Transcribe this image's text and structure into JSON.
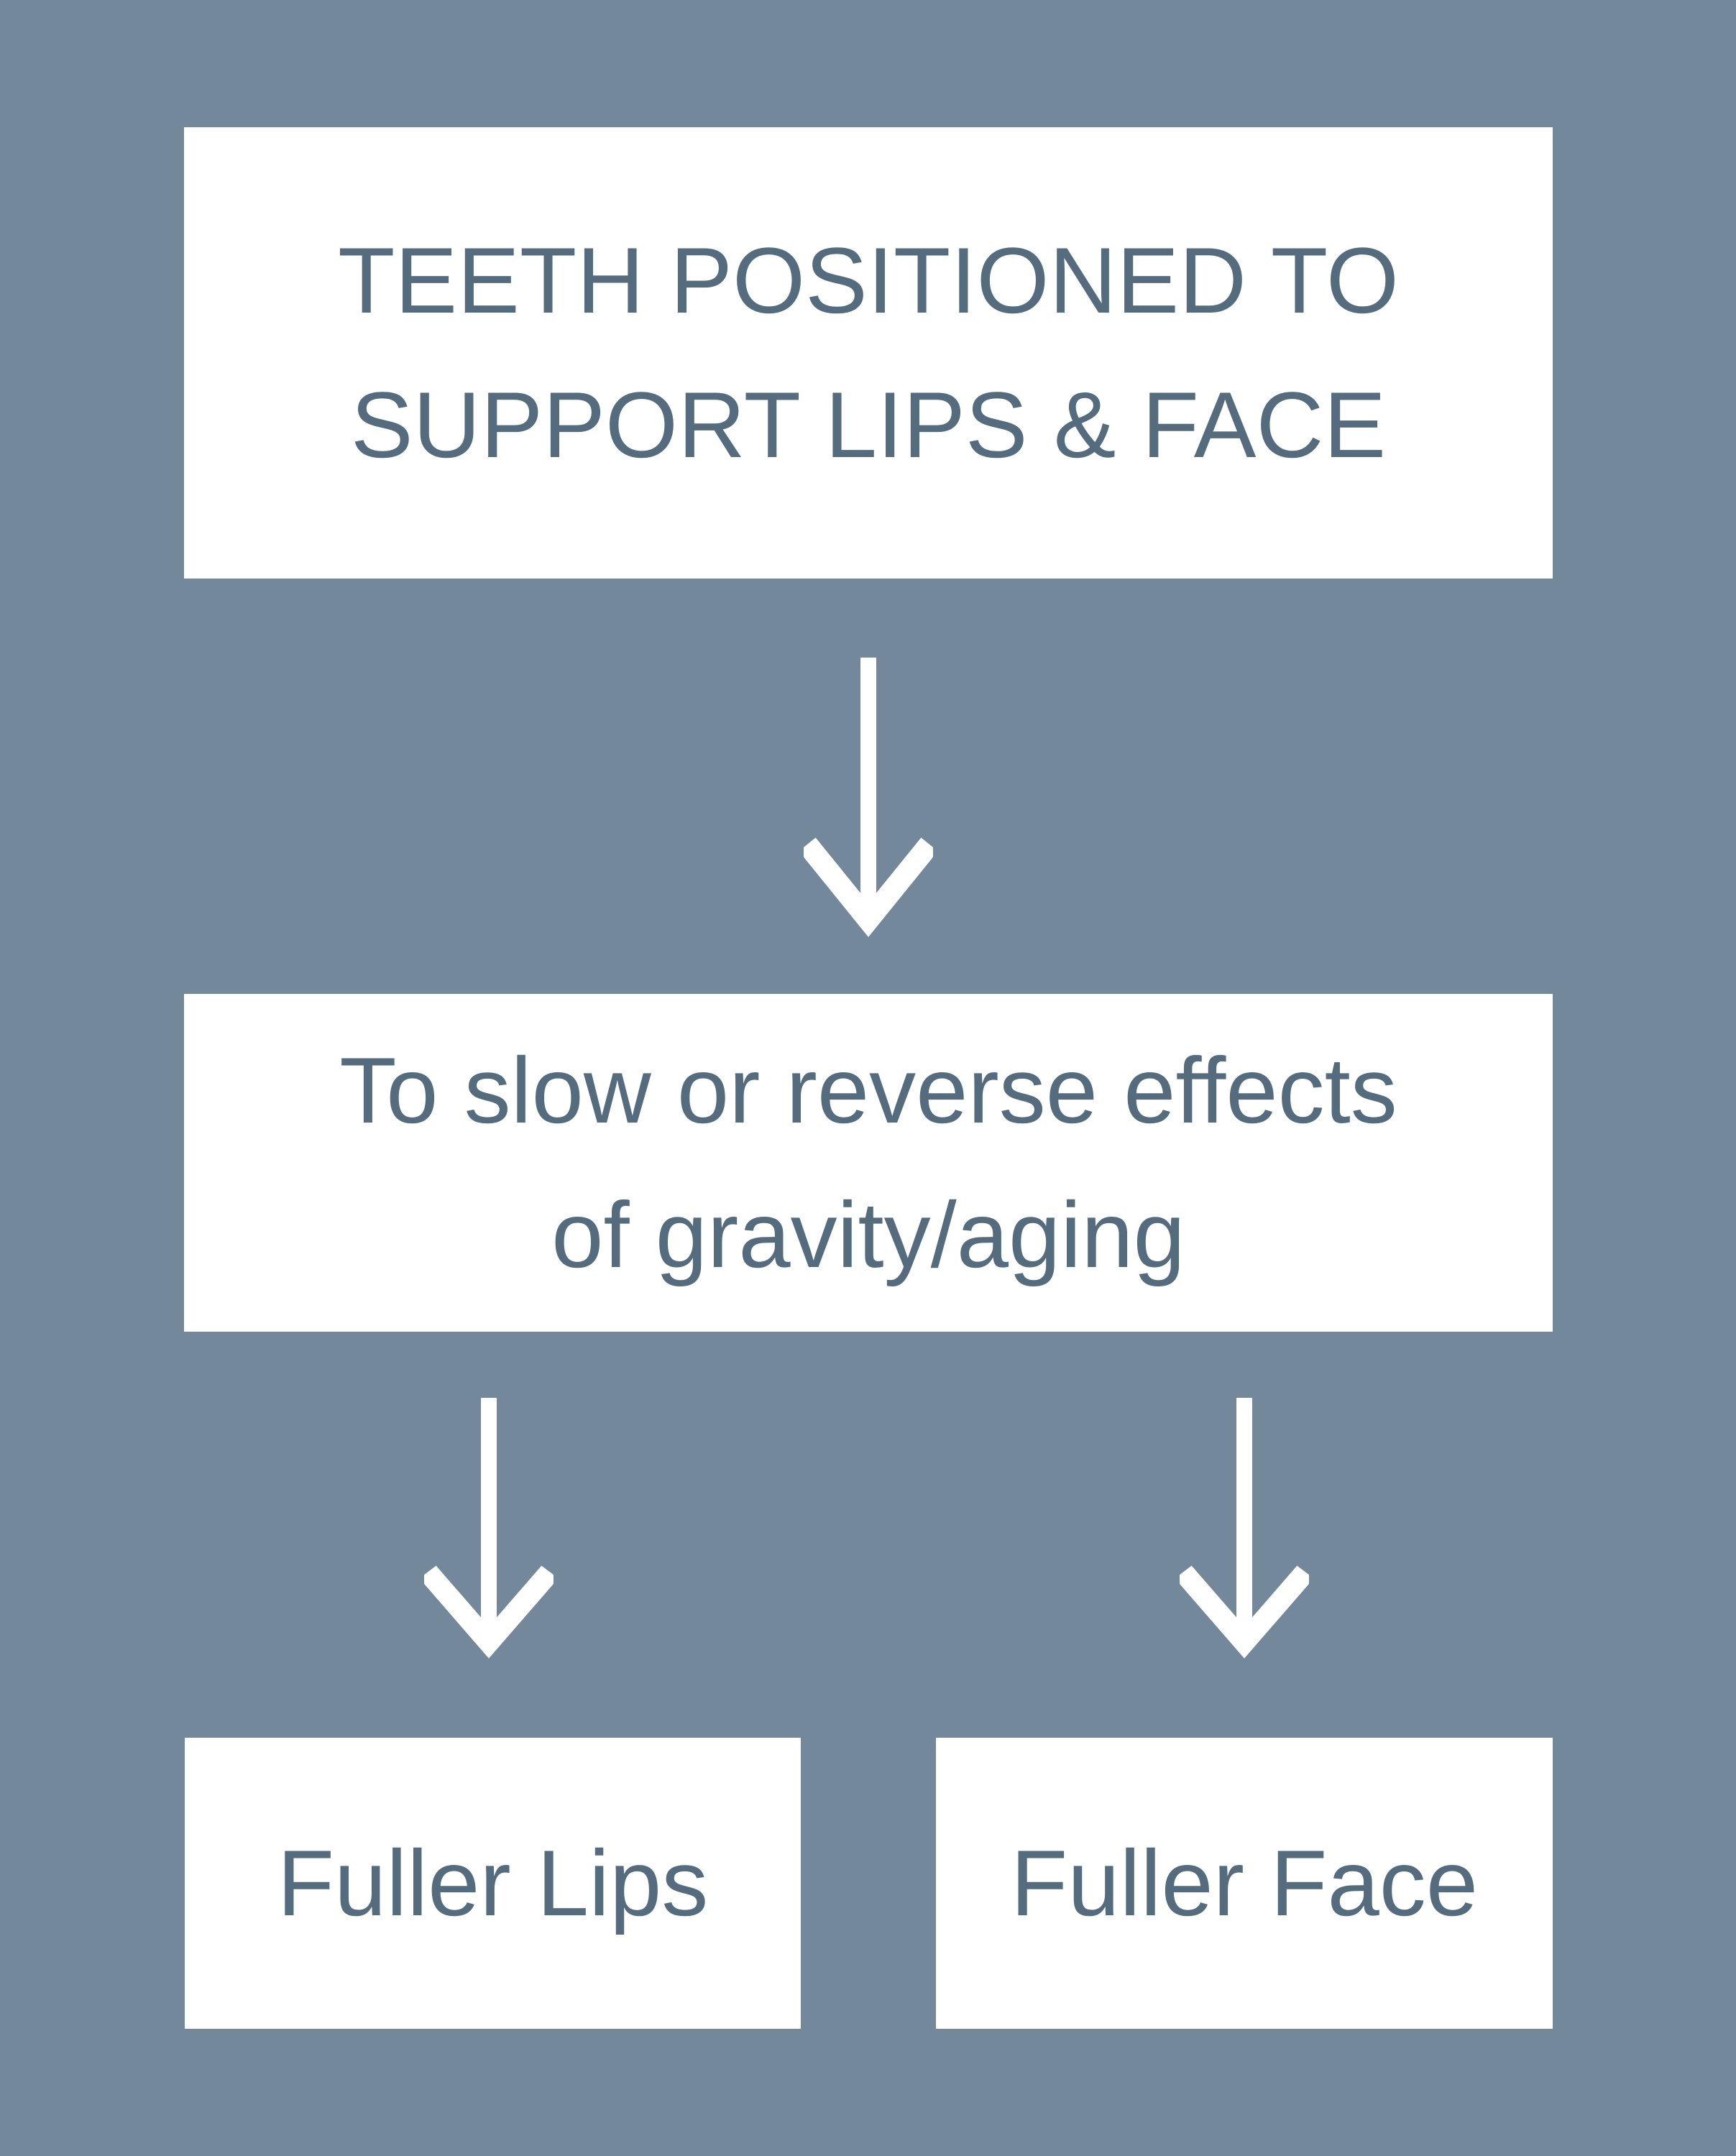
{
  "colors": {
    "background": "#74889C",
    "box_background": "#FFFFFF",
    "text": "#556B7E",
    "arrow": "#FFFFFF"
  },
  "flowchart": {
    "top_box": {
      "lines": [
        "TEETH POSITIONED TO",
        "SUPPORT LIPS & FACE"
      ]
    },
    "middle_box": {
      "lines": [
        "To slow or reverse effects",
        "of gravity/aging"
      ]
    },
    "bottom_left_box": {
      "lines": [
        "Fuller Lips"
      ]
    },
    "bottom_right_box": {
      "lines": [
        "Fuller Face"
      ]
    }
  }
}
